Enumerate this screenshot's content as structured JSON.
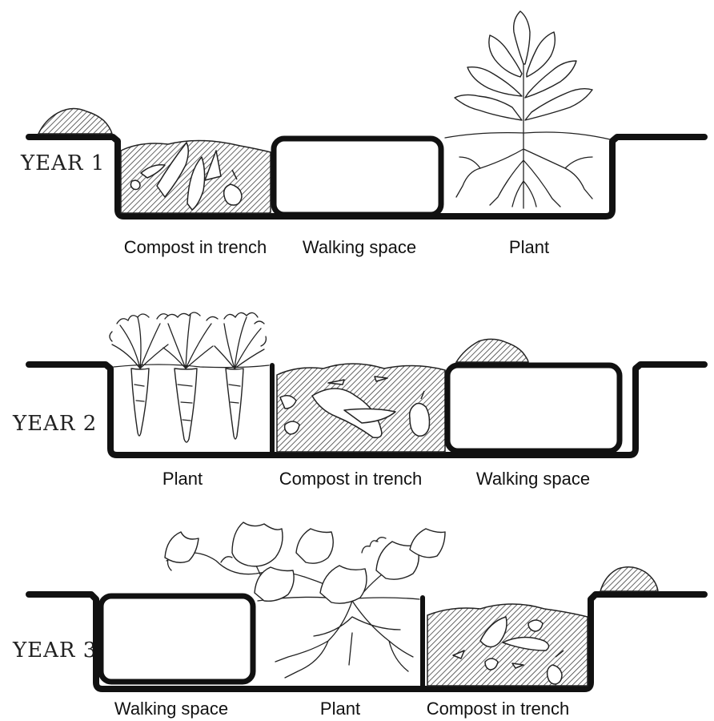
{
  "rows": [
    {
      "year_label": "YEAR 1",
      "captions": [
        "Compost in trench",
        "Walking space",
        "Plant"
      ]
    },
    {
      "year_label": "YEAR 2",
      "captions": [
        "Plant",
        "Compost in trench",
        "Walking space"
      ]
    },
    {
      "year_label": "YEAR 3",
      "captions": [
        "Walking space",
        "Plant",
        "Compost in trench"
      ]
    }
  ],
  "colors": {
    "ink": "#111111",
    "background": "#ffffff"
  }
}
